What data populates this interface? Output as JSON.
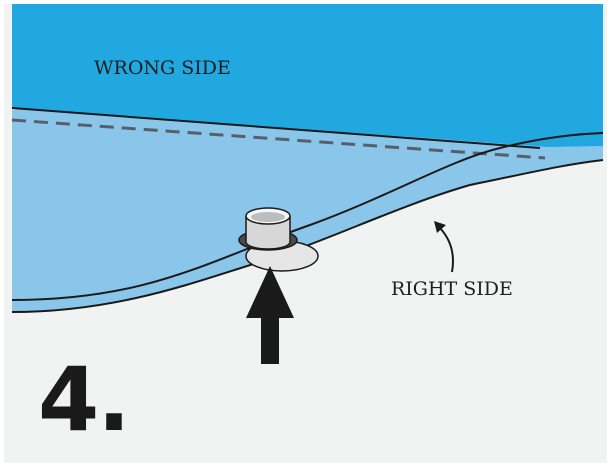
{
  "illustration": {
    "wrong_side_label": "WRONG SIDE",
    "right_side_label": "RIGHT SIDE",
    "step_number": "4.",
    "colors": {
      "wrong_side_fabric": "#22a8e0",
      "right_side_fabric": "#8ac6ea",
      "work_surface": "#f1f2f2",
      "outline": "#1a1a1a",
      "eyelet": "#d7d7d7"
    },
    "icons": [
      "grommet-eyelet-icon",
      "up-arrow-icon"
    ]
  }
}
